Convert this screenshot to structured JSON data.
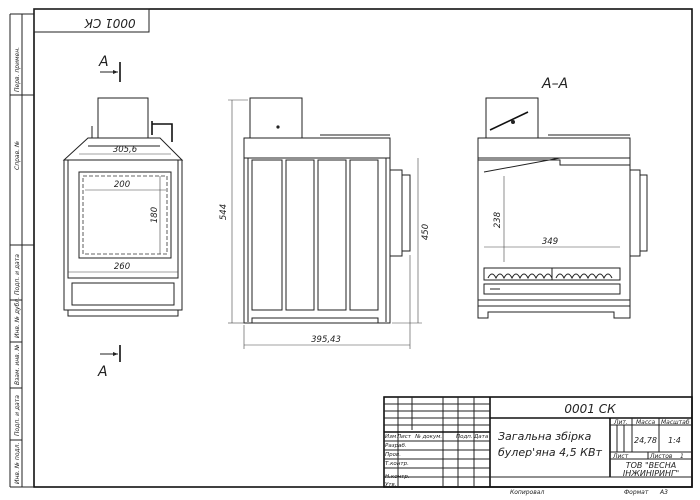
{
  "drawing_code": "0001 СК",
  "drawing_code_rotated": "0001 СК",
  "section_letter": "A",
  "section_title": "A–A",
  "left_margin_labels": [
    "Перв. примен.",
    "Справ. №",
    "Подп. и дата",
    "Инв. № дубл.",
    "Взам. инв. №",
    "Подп. и дата",
    "Инв. № подл."
  ],
  "front_view": {
    "dim_top": "305,6",
    "dim_window_w": "200",
    "dim_window_h": "180",
    "dim_base": "260"
  },
  "side_view": {
    "dim_height": "544",
    "dim_height2": "450",
    "dim_depth": "395,43"
  },
  "section_view": {
    "dim_height": "238",
    "dim_length": "349"
  },
  "title_block": {
    "code": "0001 СК",
    "name_line1": "Загальна збірка",
    "name_line2": "булер'яна 4,5 КВт",
    "col_labels": [
      "Изм",
      "Лист",
      "№ докум.",
      "Подп.",
      "Дата"
    ],
    "role_labels": [
      "Разраб.",
      "Пров.",
      "Т.контр.",
      "",
      "Н.контр.",
      "Утв."
    ],
    "lit_label": "Лит.",
    "mass_label": "Масса",
    "scale_label": "Масштаб",
    "mass_value": "24,78",
    "scale_value": "1:4",
    "sheet_label": "Лист",
    "sheets_label": "Листов",
    "sheets_value": "1",
    "company_line1": "ТОВ \"ВЕСНА",
    "company_line2": "ІНЖИНІРИНГ\"",
    "copied_label": "Копировал",
    "format_label": "Формат",
    "format_value": "А3"
  }
}
